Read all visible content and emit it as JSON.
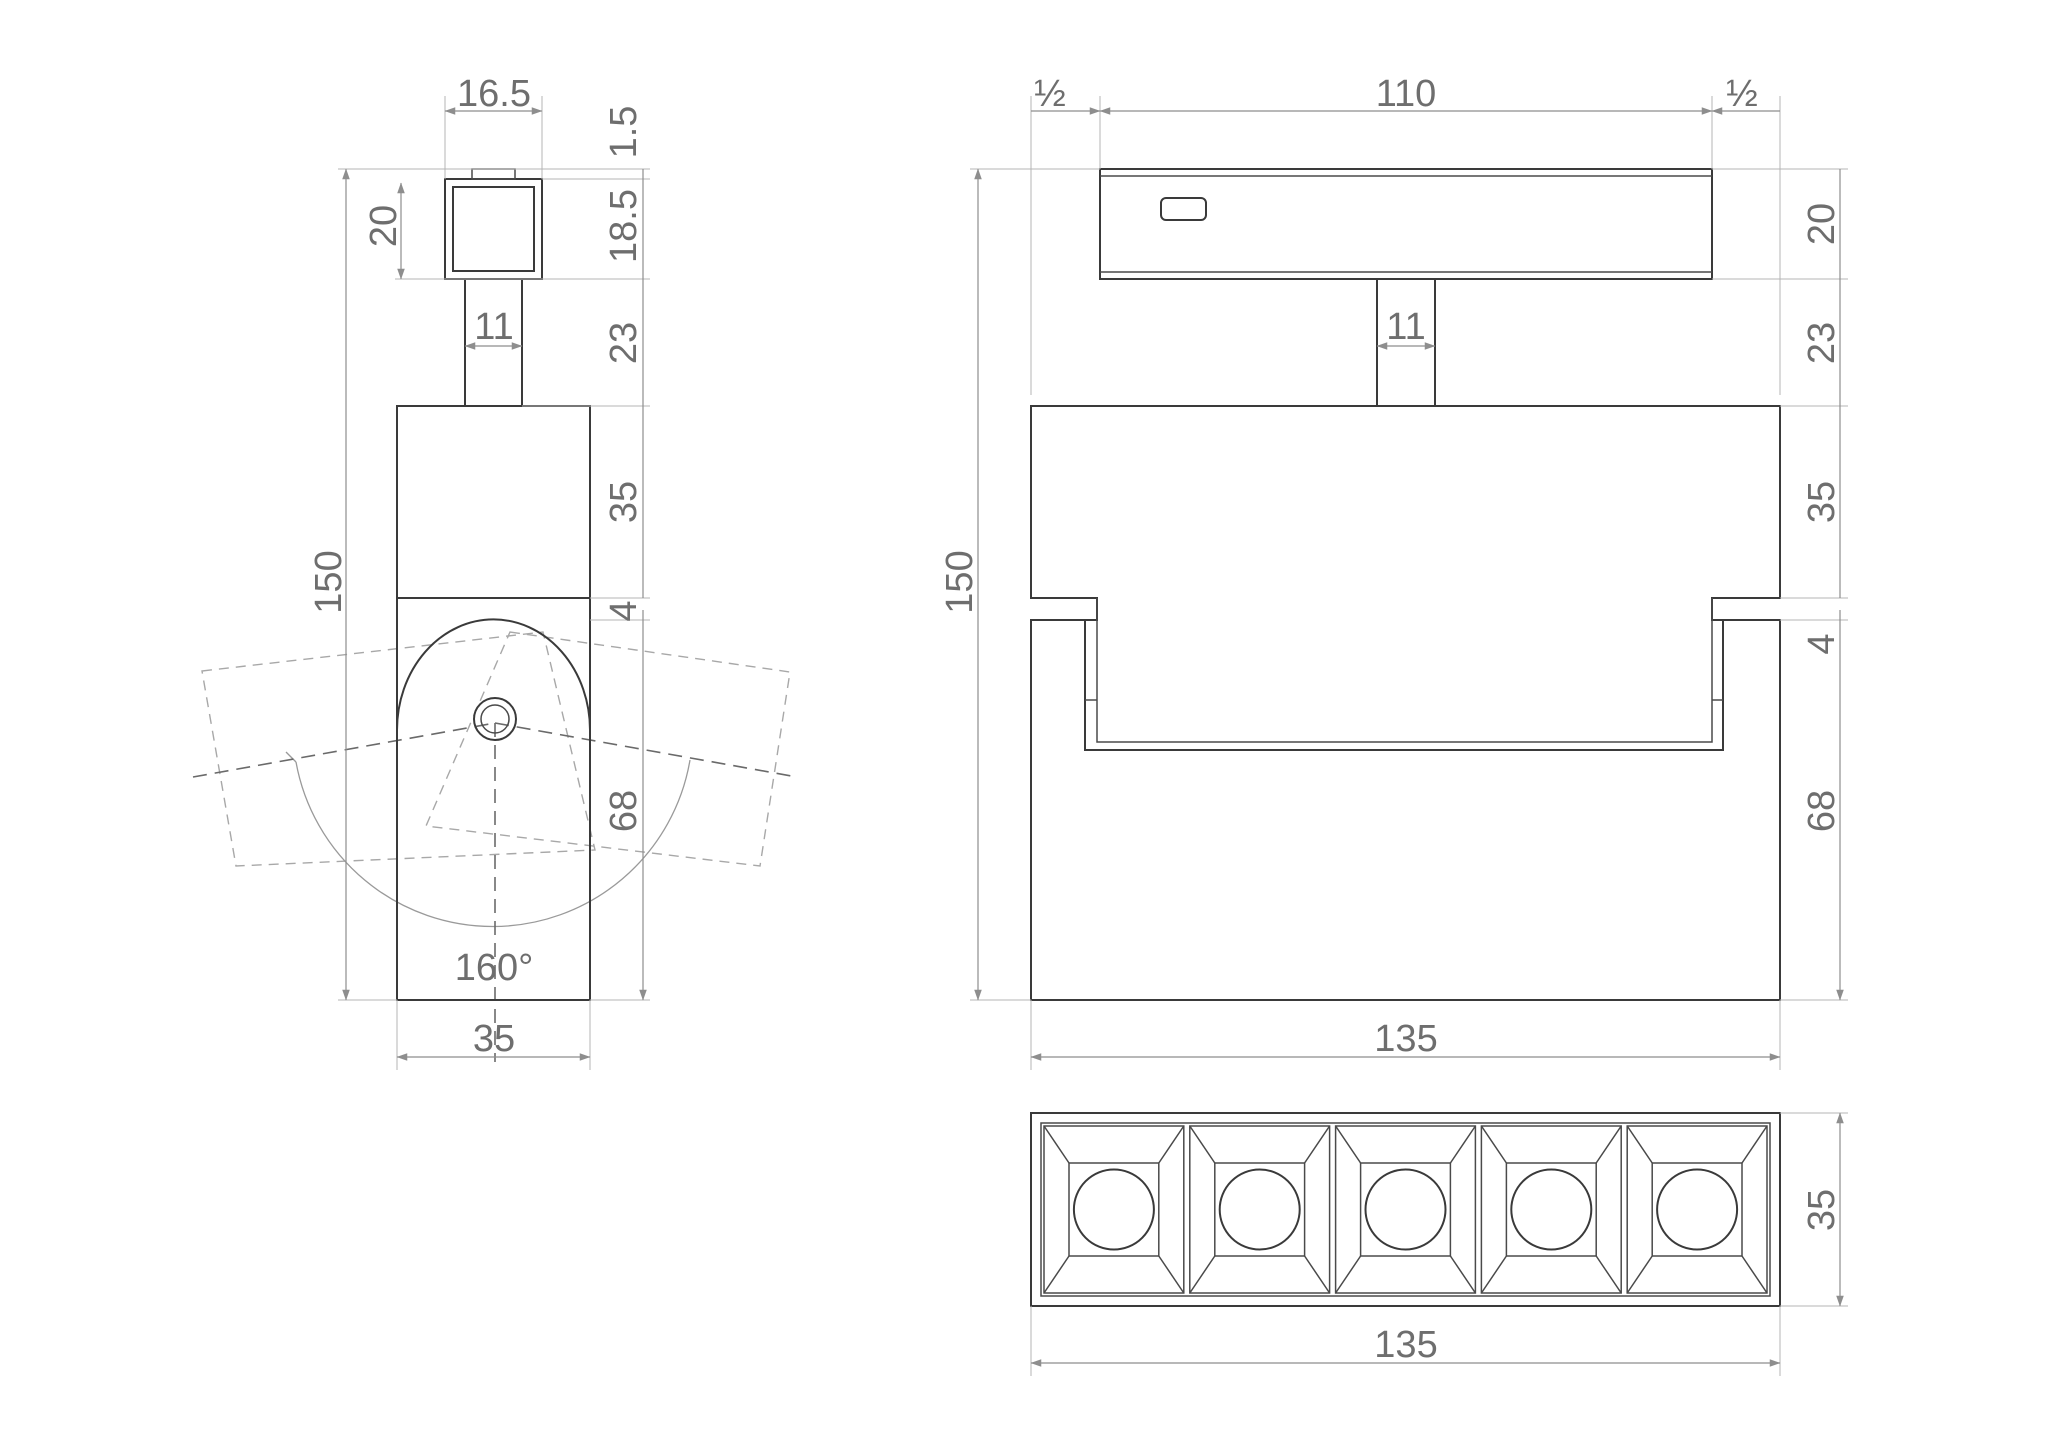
{
  "side_view": {
    "labels": {
      "w_16_5": "16.5",
      "h_1_5": "1.5",
      "h_20": "20",
      "h_18_5": "18.5",
      "w_11": "11",
      "h_23": "23",
      "h_35": "35",
      "h_150": "150",
      "h_4": "4",
      "h_68": "68",
      "angle": "160°",
      "w_35": "35"
    }
  },
  "front_view": {
    "labels": {
      "half_left": "½",
      "w_110": "110",
      "half_right": "½",
      "h_20": "20",
      "w_11": "11",
      "h_23": "23",
      "h_35": "35",
      "h_150": "150",
      "h_4": "4",
      "h_68": "68",
      "w_135": "135"
    }
  },
  "bottom_view": {
    "labels": {
      "h_35": "35",
      "w_135": "135"
    },
    "lens_count": 5
  }
}
